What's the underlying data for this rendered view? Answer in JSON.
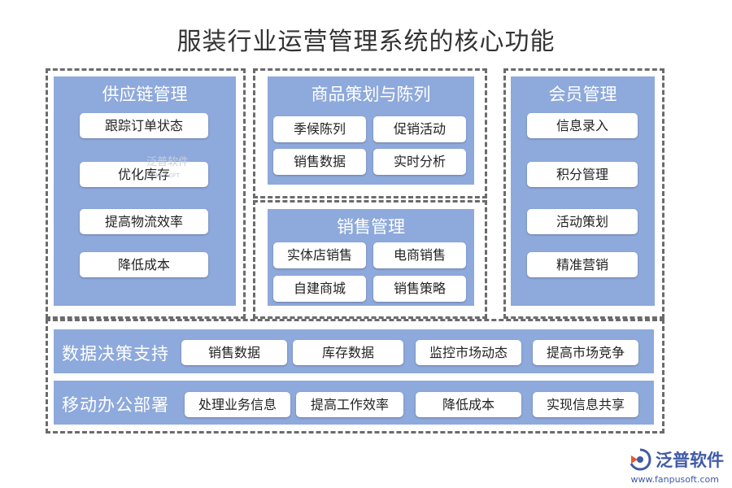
{
  "title": "服装行业运营管理系统的核心功能",
  "supply_chain": {
    "title": "供应链管理",
    "items": [
      "跟踪订单状态",
      "优化库存",
      "提高物流效率",
      "降低成本"
    ]
  },
  "merchandise": {
    "title": "商品策划与陈列",
    "items": [
      "季候陈列",
      "促销活动",
      "销售数据",
      "实时分析"
    ]
  },
  "sales": {
    "title": "销售管理",
    "items": [
      "实体店销售",
      "电商销售",
      "自建商城",
      "销售策略"
    ]
  },
  "membership": {
    "title": "会员管理",
    "items": [
      "信息录入",
      "积分管理",
      "活动策划",
      "精准营销"
    ]
  },
  "decision": {
    "title": "数据决策支持",
    "items": [
      "销售数据",
      "库存数据",
      "监控市场动态",
      "提高市场竞争"
    ]
  },
  "mobile": {
    "title": "移动办公部署",
    "items": [
      "处理业务信息",
      "提高工作效率",
      "降低成本",
      "实现信息共享"
    ]
  },
  "watermark": {
    "text": "泛普软件",
    "subtext": "FANPUSOFT"
  },
  "brand": {
    "name": "泛普软件",
    "url": "www.fanpusoft.com",
    "color": "#3f5aa8"
  },
  "colors": {
    "panel": "#8ea9db",
    "dash_border": "#6b6b6b"
  }
}
